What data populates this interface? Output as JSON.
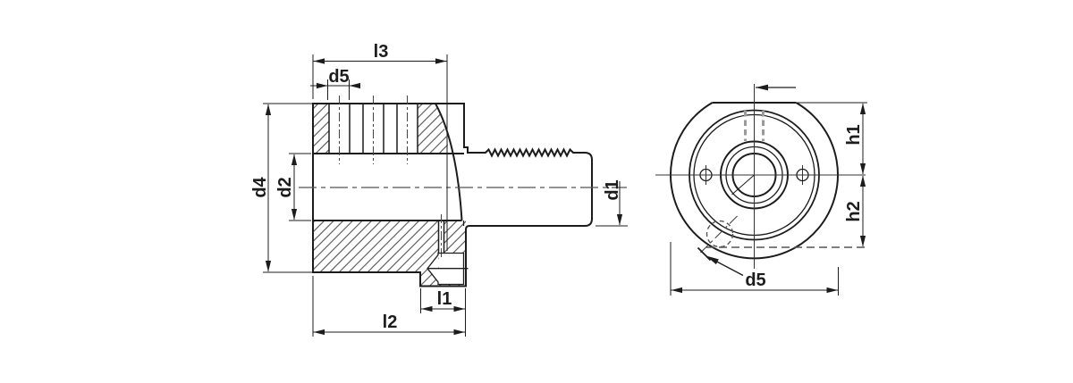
{
  "colors": {
    "bg": "#ffffff",
    "ink": "#1c1c1c",
    "centerline": "#555555",
    "hidden-gray": "#9a9a9a",
    "hidden-dash": "#555555"
  },
  "side_view": {
    "labels": {
      "l3": "l3",
      "d5": "d5",
      "d4": "d4",
      "d2": "d2",
      "d1": "d1",
      "l1": "l1",
      "l2": "l2"
    }
  },
  "front_view": {
    "labels": {
      "h1": "h1",
      "h2": "h2",
      "d5": "d5"
    }
  }
}
